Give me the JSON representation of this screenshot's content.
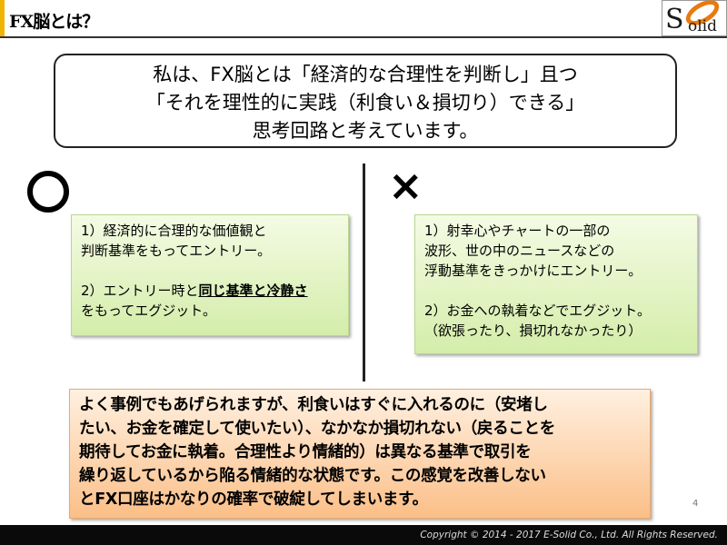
{
  "header": {
    "title": "FX脳とは？",
    "logo_text": "Solid"
  },
  "headline": [
    "私は、FX脳とは「経済的な合理性を判断し」且つ",
    "「それを理性的に実践（利食い＆損切り）できる」",
    "思考回路と考えています。"
  ],
  "good": {
    "symbol": "○",
    "lines": [
      "1）経済的に合理的な価値観と",
      "判断基準をもってエントリー。"
    ],
    "exit_prefix": "2）エントリー時と",
    "exit_emphasis": "同じ基準と冷静さ",
    "exit_suffix": "をもってエグジット。"
  },
  "bad": {
    "symbol": "×",
    "lines": [
      "1）射幸心やチャートの一部の",
      "波形、世の中のニュースなどの",
      "浮動基準をきっかけにエントリー。",
      "2）お金への執着などでエグジット。",
      "（欲張ったり、損切れなかったり）"
    ]
  },
  "summary": [
    "よく事例でもあげられますが、利食いはすぐに入れるのに（安堵し",
    "たい、お金を確定して使いたい）、なかなか損切れない（戻ることを",
    "期待してお金に執着。合理性より情緒的）は異なる基準で取引を",
    "繰り返しているから陥る情緒的な状態です。この感覚を改善しない",
    "とFX口座はかなりの確率で破綻してしまいます。"
  ],
  "page_number": "4",
  "footer": "Copyright © 2014 - 2017  E-Solid  Co., Ltd.  All Rights  Reserved."
}
